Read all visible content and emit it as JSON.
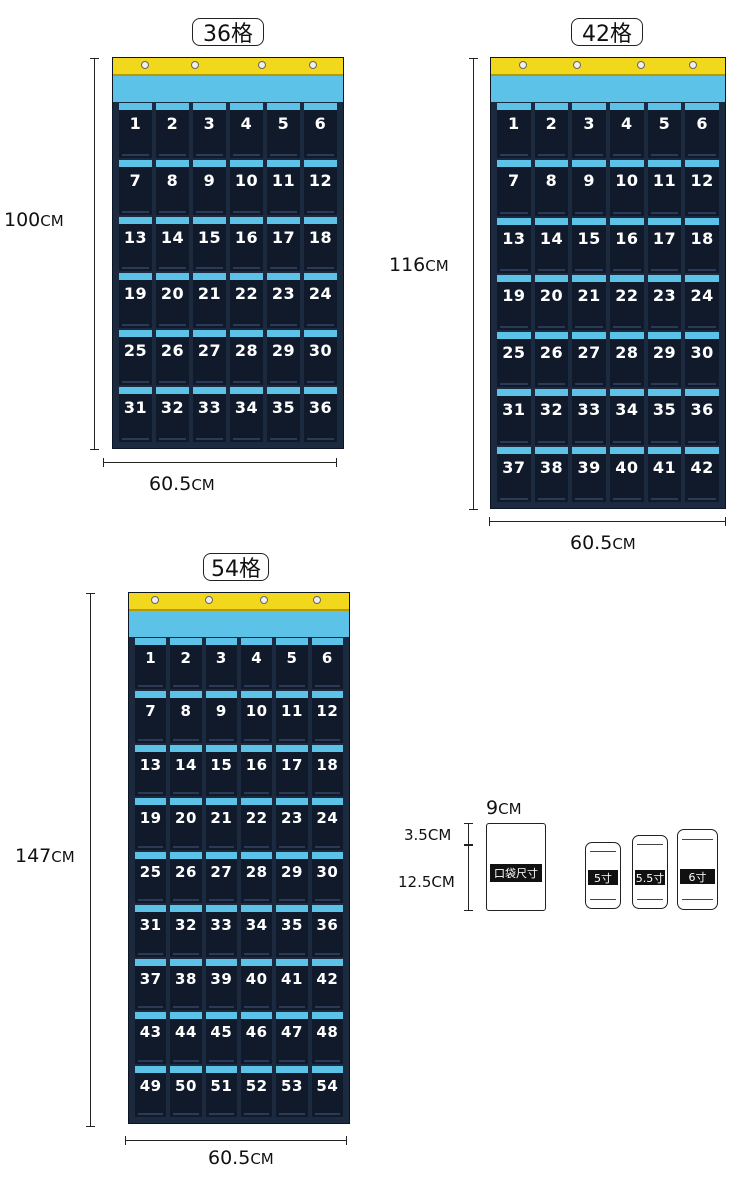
{
  "organizers": [
    {
      "id": "36",
      "title": "36格",
      "height_label": {
        "value": "100",
        "unit": "CM"
      },
      "width_label": {
        "value": "60.5",
        "unit": "CM"
      }
    },
    {
      "id": "42",
      "title": "42格",
      "height_label": {
        "value": "116",
        "unit": "CM"
      },
      "width_label": {
        "value": "60.5",
        "unit": "CM"
      }
    },
    {
      "id": "54",
      "title": "54格",
      "height_label": {
        "value": "147",
        "unit": "CM"
      },
      "width_label": {
        "value": "60.5",
        "unit": "CM"
      }
    }
  ],
  "pocket_size": {
    "width": {
      "value": "9",
      "unit": "CM"
    },
    "top": {
      "value": "3.5",
      "unit": "CM"
    },
    "height": {
      "value": "12.5",
      "unit": "CM"
    },
    "label": "口袋尺寸"
  },
  "phones": [
    {
      "label": "5寸"
    },
    {
      "label": "5.5寸"
    },
    {
      "label": "6寸"
    }
  ],
  "colors": {
    "panel": "#1c2a40",
    "pocket_trim": "#5cc2e8",
    "header_bar": "#f2d81c"
  }
}
